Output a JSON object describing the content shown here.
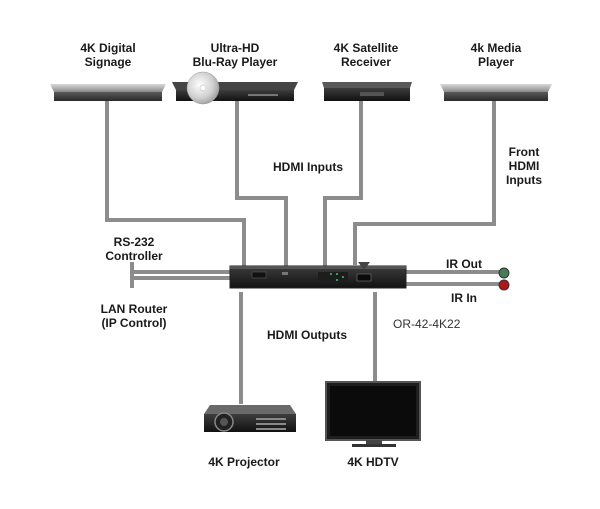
{
  "devices": {
    "signage": {
      "line1": "4K Digital",
      "line2": "Signage"
    },
    "bluray": {
      "line1": "Ultra-HD",
      "line2": "Blu-Ray Player"
    },
    "satellite": {
      "line1": "4K Satellite",
      "line2": "Receiver"
    },
    "media": {
      "line1": "4k Media",
      "line2": "Player"
    },
    "projector": {
      "label": "4K Projector"
    },
    "hdtv": {
      "label": "4K HDTV"
    }
  },
  "connections": {
    "hdmi_inputs": "HDMI Inputs",
    "front_hdmi": {
      "line1": "Front",
      "line2": "HDMI",
      "line3": "Inputs"
    },
    "rs232": {
      "line1": "RS-232",
      "line2": "Controller"
    },
    "lan": {
      "line1": "LAN Router",
      "line2": "(IP Control)"
    },
    "ir_out": "IR Out",
    "ir_in": "IR In",
    "hdmi_outputs": "HDMI Outputs"
  },
  "model": "OR-42-4K22",
  "colors": {
    "cable": "#8c8c8c",
    "device_body": "#2b2b2b",
    "ir_out_led": "#4a7a5a",
    "ir_in_led": "#b01818"
  }
}
